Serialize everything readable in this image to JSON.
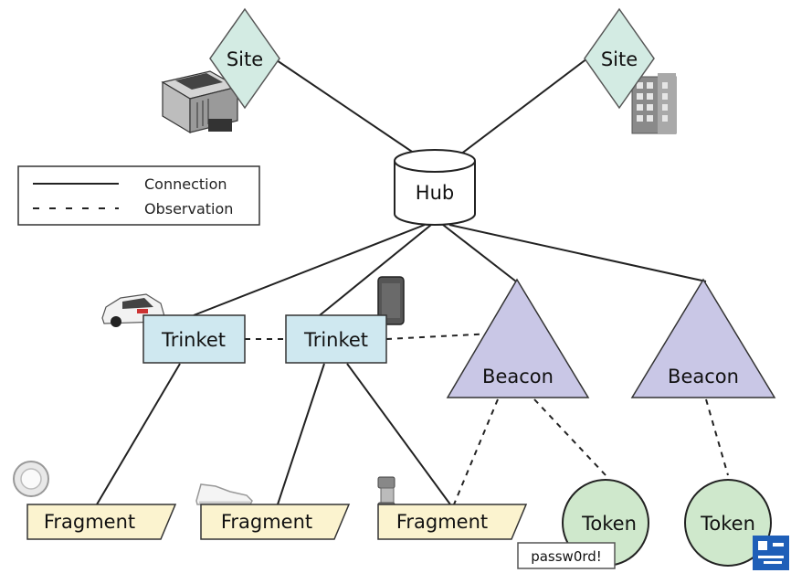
{
  "legend": {
    "connection": "Connection",
    "observation": "Observation"
  },
  "nodes": {
    "site_left": "Site",
    "site_right": "Site",
    "hub": "Hub",
    "trinket_1": "Trinket",
    "trinket_2": "Trinket",
    "beacon_1": "Beacon",
    "beacon_2": "Beacon",
    "fragment_1": "Fragment",
    "fragment_2": "Fragment",
    "fragment_3": "Fragment",
    "token_1": "Token",
    "token_2": "Token"
  },
  "password_note": "passw0rd!",
  "colors": {
    "site": "#d3ebe3",
    "trinket": "#cfe8f0",
    "beacon": "#c9c7e6",
    "fragment": "#fbf3cf",
    "token": "#cfe8cc",
    "line": "#222222"
  },
  "icons": [
    "printer-icon",
    "building-icon",
    "car-icon",
    "phone-icon",
    "ring-icon",
    "shoe-icon",
    "watch-icon",
    "qr-badge-icon"
  ]
}
